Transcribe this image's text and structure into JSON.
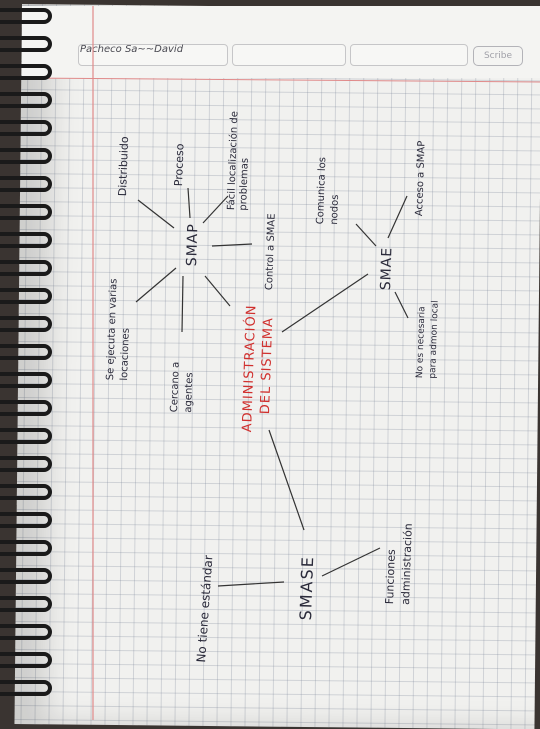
{
  "header": {
    "name_text": "Pacheco Sa~~David",
    "brand_text": "Scribe"
  },
  "diagram": {
    "center": "ADMINISTRACIÓN DEL SISTEMA",
    "center_line1": "ADMINISTRACIÓN",
    "center_line2": "DEL SISTEMA",
    "smap": {
      "label": "SMAP",
      "branches": [
        "Distribuido",
        "Proceso",
        "Fácil localización de problemas",
        "Se ejecuta en varias locaciones",
        "Cercano a agentes",
        "Control a SMAE"
      ]
    },
    "smae": {
      "label": "SMAE",
      "branches": [
        "Comunica los nodos",
        "Acceso a SMAP",
        "No es necesaria para admon local"
      ]
    },
    "smase": {
      "label": "SMASE",
      "branches": [
        "No tiene estándar",
        "Funciones administración"
      ]
    }
  },
  "colors": {
    "ink": "#2a2a3a",
    "accent_red": "#d0302e",
    "margin_line": "#e07a7a",
    "grid": "#8a93a8"
  }
}
